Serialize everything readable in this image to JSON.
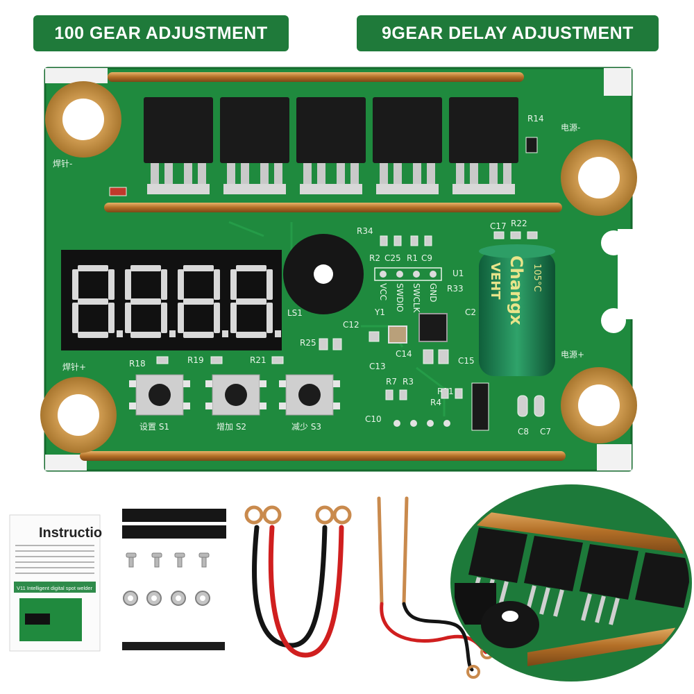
{
  "banners": {
    "left": "100 GEAR ADJUSTMENT",
    "right": "9GEAR DELAY ADJUSTMENT"
  },
  "board": {
    "display_digits": "8.8.8.8.",
    "buttons": [
      {
        "label": "设置 S1"
      },
      {
        "label": "增加 S2"
      },
      {
        "label": "减少 S3"
      }
    ],
    "silkscreen": {
      "weld_neg": "焊针-",
      "weld_pos": "焊针+",
      "power_neg": "电源-",
      "power_pos": "电源+",
      "labels": [
        "R14",
        "R34",
        "R22",
        "C17",
        "R2",
        "C25",
        "R1",
        "C9",
        "U1",
        "R33",
        "C2",
        "C12",
        "Y1",
        "C14",
        "C13",
        "C15",
        "R25",
        "R18",
        "R19",
        "R21",
        "R7",
        "R3",
        "R4",
        "R11",
        "C10",
        "C8",
        "C7",
        "LS1"
      ],
      "header_pins": [
        "VCC",
        "SWDIO",
        "SWCLK",
        "GND"
      ]
    },
    "capacitor_text": [
      "Changx",
      "VEHT",
      "105°C"
    ]
  },
  "accessories": {
    "manual_title": "Instructio",
    "manual_subtitle": "V11 Intelligent digital spot welder"
  },
  "colors": {
    "banner": "#1f7a3a",
    "pcb": "#1f8a3e",
    "copper": "#c88a3a",
    "mosfet": "#1a1a1a"
  }
}
